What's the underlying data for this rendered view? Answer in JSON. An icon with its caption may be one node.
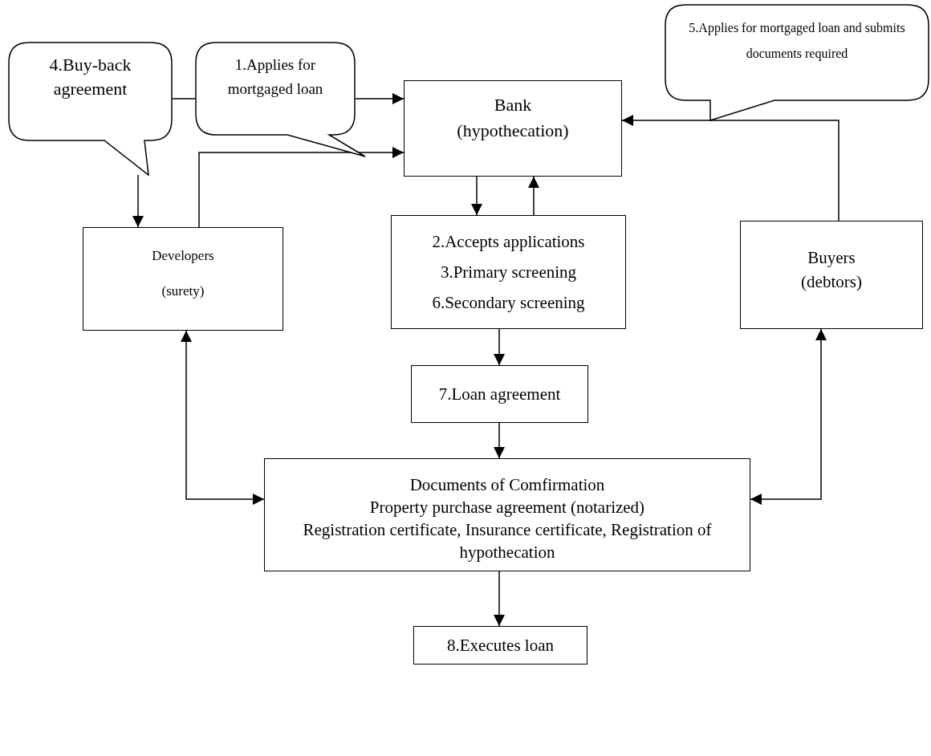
{
  "diagram": {
    "nodes": [
      {
        "text": [
          "4.Buy-back agreement"
        ]
      },
      {
        "text": [
          "1.Applies for mortgaged loan"
        ]
      },
      {
        "text": [
          "5.Applies for mortgaged loan and submits documents required"
        ]
      },
      {
        "text": [
          "Bank",
          "(hypothecation)"
        ]
      },
      {
        "text": [
          "Developers",
          "(surety)"
        ]
      },
      {
        "text": [
          "2.Accepts applications",
          "3.Primary screening",
          "6.Secondary screening"
        ]
      },
      {
        "text": [
          "Buyers",
          "(debtors)"
        ]
      },
      {
        "text": [
          "7.Loan agreement"
        ]
      },
      {
        "text": [
          "Documents of Comfirmation",
          "Property purchase agreement (notarized)",
          "Registration certificate, Insurance certificate, Registration of hypothecation"
        ]
      },
      {
        "text": [
          "8.Executes loan"
        ]
      }
    ],
    "edges": [
      {
        "from": 0,
        "to": 1,
        "arrow": "none"
      },
      {
        "from": 1,
        "to": 3,
        "arrow": "to"
      },
      {
        "from": 0,
        "to": 4,
        "arrow": "to"
      },
      {
        "from": 4,
        "to": 3,
        "arrow": "to"
      },
      {
        "from": 6,
        "to": 3,
        "arrow": "to"
      },
      {
        "from": 3,
        "to": 5,
        "arrow": "to"
      },
      {
        "from": 5,
        "to": 3,
        "arrow": "to"
      },
      {
        "from": 5,
        "to": 7,
        "arrow": "to"
      },
      {
        "from": 7,
        "to": 8,
        "arrow": "to"
      },
      {
        "from": 4,
        "to": 8,
        "arrow": "both"
      },
      {
        "from": 6,
        "to": 8,
        "arrow": "both"
      },
      {
        "from": 8,
        "to": 9,
        "arrow": "to"
      }
    ]
  }
}
